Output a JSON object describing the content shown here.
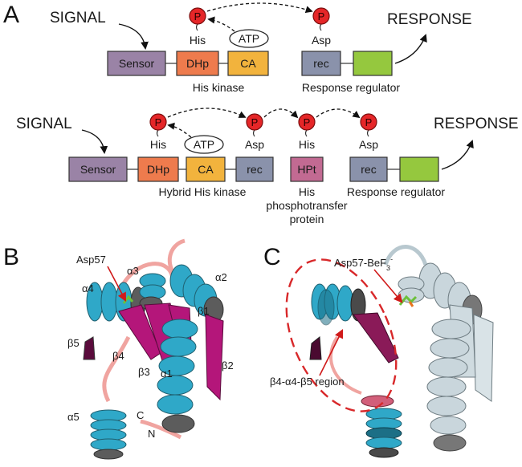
{
  "panels": {
    "a": "A",
    "b": "B",
    "c": "C"
  },
  "top": {
    "signal": "SIGNAL",
    "response": "RESPONSE",
    "phospho": "P",
    "his": "His",
    "asp": "Asp",
    "atp": "ATP",
    "sensor": "Sensor",
    "dhp": "DHp",
    "ca": "CA",
    "rec": "rec",
    "his_kinase": "His kinase",
    "response_regulator": "Response regulator"
  },
  "bottom": {
    "signal": "SIGNAL",
    "response": "RESPONSE",
    "phospho": "P",
    "his": "His",
    "asp": "Asp",
    "atp": "ATP",
    "sensor": "Sensor",
    "dhp": "DHp",
    "ca": "CA",
    "rec": "rec",
    "hpt": "HPt",
    "hybrid_his_kinase": "Hybrid His kinase",
    "hpt_caption": [
      "His",
      "phosphotransfer",
      "protein"
    ],
    "response_regulator": "Response regulator"
  },
  "structure_b": {
    "asp57": "Asp57",
    "alpha1": "α1",
    "alpha2": "α2",
    "alpha3": "α3",
    "alpha4": "α4",
    "alpha5": "α5",
    "beta1": "β1",
    "beta2": "β2",
    "beta3": "β3",
    "beta4": "β4",
    "beta5": "β5",
    "c_term": "C",
    "n_term": "N"
  },
  "structure_c": {
    "asp57_bef3": "Asp57-BeF",
    "sub3": "3",
    "sup_minus": "-",
    "region": "β4-α4-β5 region"
  },
  "colors": {
    "sensor": "#9a83a6",
    "dhp": "#ee7b4d",
    "ca": "#f2b33d",
    "rec": "#8a92ab",
    "output": "#95c83e",
    "hpt": "#c26a92",
    "helix": "#2fa8c8",
    "strand": "#b4167a",
    "loop": "#f0a4a0",
    "grey_protein": "#c9d6dc",
    "region_ellipse": "#d8282a"
  }
}
